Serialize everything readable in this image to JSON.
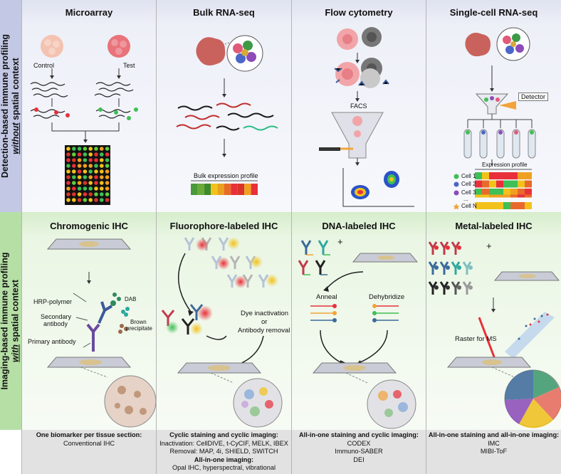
{
  "rows": {
    "top": {
      "line1": "Detection-based immune profiling",
      "emph": "without",
      "rest": "spatial context"
    },
    "bottom": {
      "line1": "Imaging-based immune profiling",
      "emph": "with",
      "rest": "spatial context"
    }
  },
  "panels": {
    "microarray": {
      "title": "Microarray",
      "control": "Control",
      "test": "Test"
    },
    "bulk": {
      "title": "Bulk RNA-seq",
      "profile": "Bulk expression profile"
    },
    "flow": {
      "title": "Flow cytometry",
      "facs": "FACS"
    },
    "sc": {
      "title": "Single-cell RNA-seq",
      "detector": "Detector",
      "profile": "Expression profile",
      "cells": [
        "Cell 1",
        "Cell 2",
        "Cell 3",
        "...",
        "Cell N"
      ]
    },
    "chromo": {
      "title": "Chromogenic IHC",
      "hrp": "HRP-polymer",
      "dab": "DAB",
      "brown1": "Brown",
      "brown2": "precipitate",
      "secondary1": "Secondary",
      "secondary2": "antibody",
      "primary": "Primary antibody"
    },
    "fluoro": {
      "title": "Fluorophore-labeled IHC",
      "dye": "Dye inactivation",
      "or": "or",
      "antibody": "Antibody removal"
    },
    "dna": {
      "title": "DNA-labeled IHC",
      "plus": "+",
      "anneal": "Anneal",
      "dehybridize": "Dehybridize"
    },
    "metal": {
      "title": "Metal-labeled IHC",
      "plus": "+",
      "raster": "Raster for MS"
    }
  },
  "footers": {
    "chromo": {
      "head": "One biomarker per tissue section:",
      "l1": "Conventional IHC"
    },
    "fluoro": {
      "head": "Cyclic staining and cyclic imaging:",
      "l1": "Inactivation: CellDIVE, t-CyCIF, MELK, IBEX",
      "l2": "Removal: MAP, 4i, SHIELD, SWITCH",
      "head2": "All-in-one imaging:",
      "l3": "Opal IHC, hyperspectral, vibrational"
    },
    "dna": {
      "head": "All-in-one staining and cyclic imaging:",
      "l1": "CODEX",
      "l2": "Immuno-SABER",
      "l3": "DEI"
    },
    "metal": {
      "head": "All-in-one staining and all-in-one imaging:",
      "l1": "IMC",
      "l2": "MIBI-ToF"
    }
  },
  "colors": {
    "top_band": "#c3c8e4",
    "bottom_band": "#b6dfa6",
    "footer": "#e2e2e2",
    "red": "#e8303a",
    "green": "#3fbf55",
    "yellow": "#f2c21b"
  }
}
